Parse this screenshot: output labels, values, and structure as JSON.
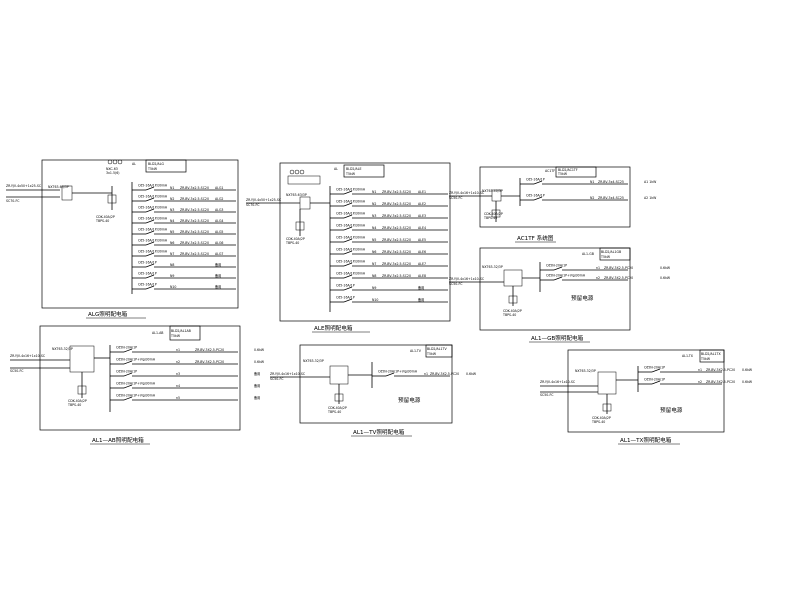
{
  "panels": {
    "alg": {
      "caption": "ALG照明配电箱",
      "name": "AL",
      "header": [
        "BLD2/ALG",
        "T5kW"
      ],
      "incoming_cable": [
        "ZR-YJV-4x50+1x25-SC",
        "SC70-FC"
      ],
      "main_breaker": "NXT63-63/3P",
      "meter": [
        "NXC-63",
        "3x1.5(6)"
      ],
      "spd": [
        "CDK-40A/2P",
        "TBPS-40"
      ],
      "circuits": [
        {
          "breaker": "C65-16A/1P/30mA",
          "code": "N1",
          "cable": "ZR-BV-3x2.5-SC20",
          "load": "ALG1"
        },
        {
          "breaker": "C65-16A/1P/30mA",
          "code": "N2",
          "cable": "ZR-BV-3x2.5-SC20",
          "load": "ALG2"
        },
        {
          "breaker": "C65-16A/1P/30mA",
          "code": "N3",
          "cable": "ZR-BV-3x2.5-SC20",
          "load": "ALG3"
        },
        {
          "breaker": "C65-16A/1P/30mA",
          "code": "N4",
          "cable": "ZR-BV-3x2.5-SC20",
          "load": "ALG4"
        },
        {
          "breaker": "C65-16A/1P/30mA",
          "code": "N5",
          "cable": "ZR-BV-3x2.5-SC20",
          "load": "ALG5"
        },
        {
          "breaker": "C65-16A/1P/30mA",
          "code": "N6",
          "cable": "ZR-BV-3x2.5-SC20",
          "load": "ALG6"
        },
        {
          "breaker": "C65-16A/1P/30mA",
          "code": "N7",
          "cable": "ZR-BV-3x2.5-SC20",
          "load": "ALG7"
        },
        {
          "breaker": "C65-16A/1P",
          "code": "N8",
          "cable": "",
          "load": "备用"
        },
        {
          "breaker": "C65-16A/1P",
          "code": "N9",
          "cable": "",
          "load": "备用"
        },
        {
          "breaker": "C65-16A/1P",
          "code": "N10",
          "cable": "",
          "load": "备用"
        }
      ]
    },
    "ale": {
      "caption": "ALE照明配电箱",
      "name": "AL",
      "header": [
        "BLD2/ALE",
        "T5kW"
      ],
      "incoming_cable": [
        "ZR-YJV-4x50+1x25-SC",
        "SC70-FC"
      ],
      "main_breaker": "NXT63-63/3P",
      "spd": [
        "CDK-40A/2P",
        "TBPS-40"
      ],
      "circuits": [
        {
          "breaker": "C65-16A/1P/30mA",
          "code": "N1",
          "cable": "ZR-BV-3x2.5-SC20",
          "load": "ALE1"
        },
        {
          "breaker": "C65-16A/1P/30mA",
          "code": "N2",
          "cable": "ZR-BV-3x2.5-SC20",
          "load": "ALE2"
        },
        {
          "breaker": "C65-16A/1P/30mA",
          "code": "N3",
          "cable": "ZR-BV-3x2.5-SC20",
          "load": "ALE3"
        },
        {
          "breaker": "C65-16A/1P/30mA",
          "code": "N4",
          "cable": "ZR-BV-3x2.5-SC20",
          "load": "ALE4"
        },
        {
          "breaker": "C65-16A/1P/30mA",
          "code": "N5",
          "cable": "ZR-BV-3x2.5-SC20",
          "load": "ALE5"
        },
        {
          "breaker": "C65-16A/1P/30mA",
          "code": "N6",
          "cable": "ZR-BV-3x2.5-SC20",
          "load": "ALE6"
        },
        {
          "breaker": "C65-16A/1P/30mA",
          "code": "N7",
          "cable": "ZR-BV-3x2.5-SC20",
          "load": "ALE7"
        },
        {
          "breaker": "C65-16A/1P/30mA",
          "code": "N8",
          "cable": "ZR-BV-3x2.5-SC20",
          "load": "ALE8"
        },
        {
          "breaker": "C65-16A/1P",
          "code": "N9",
          "cable": "",
          "load": "备用"
        },
        {
          "breaker": "C65-16A/1P",
          "code": "N10",
          "cable": "",
          "load": "备用"
        }
      ]
    },
    "ac1f": {
      "caption": "AC1TF 系统图",
      "name": "AC1TF",
      "header": [
        "BLD2/AC1TF",
        "T5kW"
      ],
      "incoming_cable": [
        "ZR-YJV-4x16+1x10-SC",
        "SC50-FC"
      ],
      "main_breaker": "NXT63-40/3P",
      "spd": [
        "CDK-40A/2P",
        "TBPS-40"
      ],
      "circuits": [
        {
          "breaker": "C65-16A/1P",
          "code": "N1",
          "cable": "ZR-BV-3x4-SC25",
          "load": "A1 1kW"
        },
        {
          "breaker": "C65-16A/1P",
          "code": "N2",
          "cable": "ZR-BV-3x4-SC25",
          "load": "A2 1kW"
        }
      ]
    },
    "al1gb": {
      "caption": "AL1—GB照明配电箱",
      "name": "AL1-GB",
      "header": [
        "BLD2/AL1GB",
        "T5kW"
      ],
      "incoming_cable": [
        "ZR-YJV-4x16+1x10-SC",
        "SC50-FC"
      ],
      "main_breaker": "NXT63-32/3P",
      "spd": [
        "CDK-40A/2P",
        "TBPS-40"
      ],
      "circuits": [
        {
          "breaker": "C65N-20A/1P",
          "code": "n1",
          "cable": "ZR-BV-3X2.5-PC20",
          "load": "0.6kW"
        },
        {
          "breaker": "C65N-20A/1P+Vigi30mA",
          "code": "n2",
          "cable": "ZR-BV-3X2.5-PC20",
          "load": "0.6kW"
        }
      ],
      "note": "预留电源"
    },
    "al1ab": {
      "caption": "AL1—AB照明配电箱",
      "name": "AL1-AB",
      "header": [
        "BLD2/AL1AB",
        "T5kW"
      ],
      "incoming_cable": [
        "ZR-YJV-4x16+1x10-SC",
        "SC50-FC"
      ],
      "main_breaker": "NXT63-32/3P",
      "spd": [
        "CDK-40A/2P",
        "TBPS-40"
      ],
      "circuits": [
        {
          "breaker": "C65N-20A/1P",
          "code": "n1",
          "cable": "ZR-BV-3X2.5-PC20",
          "load": "0.6kW"
        },
        {
          "breaker": "C65N-20A/1P+Vigi30mA",
          "code": "n2",
          "cable": "ZR-BV-3X2.5-PC20",
          "load": "0.6kW"
        },
        {
          "breaker": "C65N-20A/1P",
          "code": "n3",
          "cable": "",
          "load": "备用"
        },
        {
          "breaker": "C65N-20A/1P+Vigi30mA",
          "code": "n4",
          "cable": "",
          "load": "备用"
        },
        {
          "breaker": "C65N-20A/1P+Vigi30mA",
          "code": "n5",
          "cable": "",
          "load": "备用"
        }
      ]
    },
    "al1tv": {
      "caption": "AL1—TV照明配电箱",
      "name": "AL1-TV",
      "header": [
        "BLD2/AL1TV",
        "T5kW"
      ],
      "incoming_cable": [
        "ZR-YJV-4x16+1x10-SC",
        "SC50-FC"
      ],
      "main_breaker": "NXT63-32/3P",
      "spd": [
        "CDK-40A/2P",
        "TBPS-40"
      ],
      "circuits": [
        {
          "breaker": "C65N-20A/1P+Vigi30mA",
          "code": "n1",
          "cable": "ZR-BV-3X2.5-PC20",
          "load": "0.6kW"
        }
      ],
      "note": "预留电源"
    },
    "al1tx": {
      "caption": "AL1—TX照明配电箱",
      "name": "AL1-TX",
      "header": [
        "BLD2/AL1TX",
        "T5kW"
      ],
      "incoming_cable": [
        "ZR-YJV-4x16+1x10-SC",
        "SC50-FC"
      ],
      "main_breaker": "NXT63-32/3P",
      "spd": [
        "CDK-40A/2P",
        "TBPS-40"
      ],
      "circuits": [
        {
          "breaker": "C65N-20A/1P",
          "code": "n1",
          "cable": "ZR-BV-3X2.5-PC20",
          "load": "0.6kW"
        },
        {
          "breaker": "C65N-20A/1P",
          "code": "n2",
          "cable": "ZR-BV-3X2.5-PC20",
          "load": "0.6kW"
        }
      ],
      "note": "预留电源"
    }
  }
}
